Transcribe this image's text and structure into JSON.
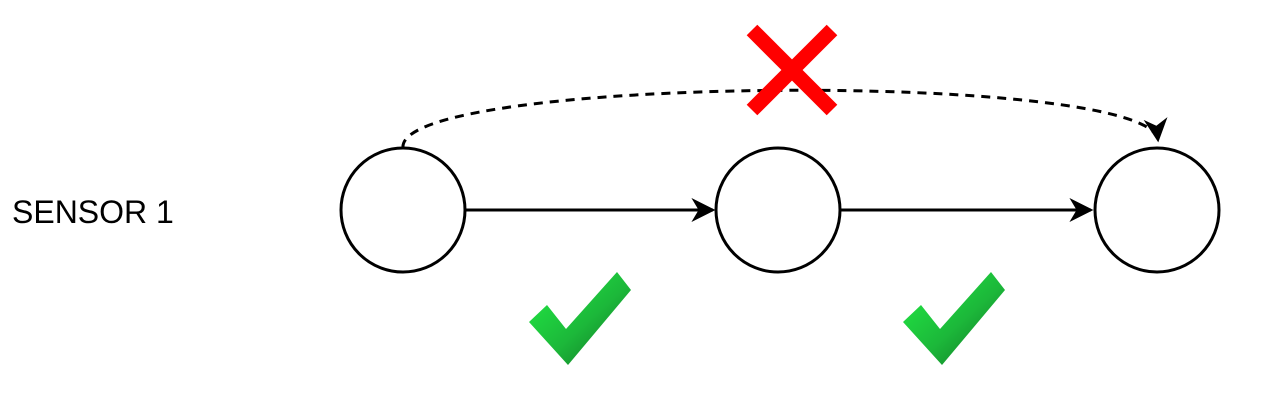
{
  "row_label": "SENSOR 1",
  "nodes": [
    {
      "id": "node-1",
      "label": ""
    },
    {
      "id": "node-2",
      "label": ""
    },
    {
      "id": "node-3",
      "label": ""
    }
  ],
  "edges": [
    {
      "from": "node-1",
      "to": "node-2",
      "style": "solid",
      "status": "allowed"
    },
    {
      "from": "node-2",
      "to": "node-3",
      "style": "solid",
      "status": "allowed"
    },
    {
      "from": "node-1",
      "to": "node-3",
      "style": "dashed",
      "status": "forbidden"
    }
  ],
  "marks": {
    "allowed_icon": "check-mark-icon",
    "forbidden_icon": "cross-mark-icon"
  },
  "colors": {
    "stroke": "#000000",
    "node_fill": "#ffffff",
    "check_light": "#22dd44",
    "check_dark": "#117722",
    "cross": "#ff0000"
  }
}
